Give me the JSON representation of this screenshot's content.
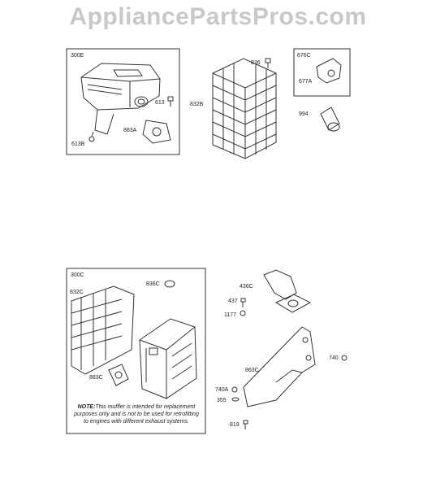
{
  "watermark": "AppliancePartsPros.com",
  "labels": {
    "box_300e": "300E",
    "p613": "613",
    "p613b": "613B",
    "p883a": "883A",
    "p836": "836",
    "p832b": "832B",
    "box_676c": "676C",
    "p677a": "677A",
    "p994": "994",
    "box_300c": "300C",
    "p832c": "832C",
    "p836c": "836C",
    "p883c": "883C",
    "p436c": "436C",
    "p437": "437",
    "p1177": "1177",
    "p740": "740",
    "p863c": "863C",
    "p740a": "740A",
    "p355": "355",
    "p819": "819"
  },
  "note": {
    "prefix": "NOTE:",
    "text": "This muffler is intended for replacement purposes only and is not to be used for retrofitting to engines with different exhaust systems."
  }
}
